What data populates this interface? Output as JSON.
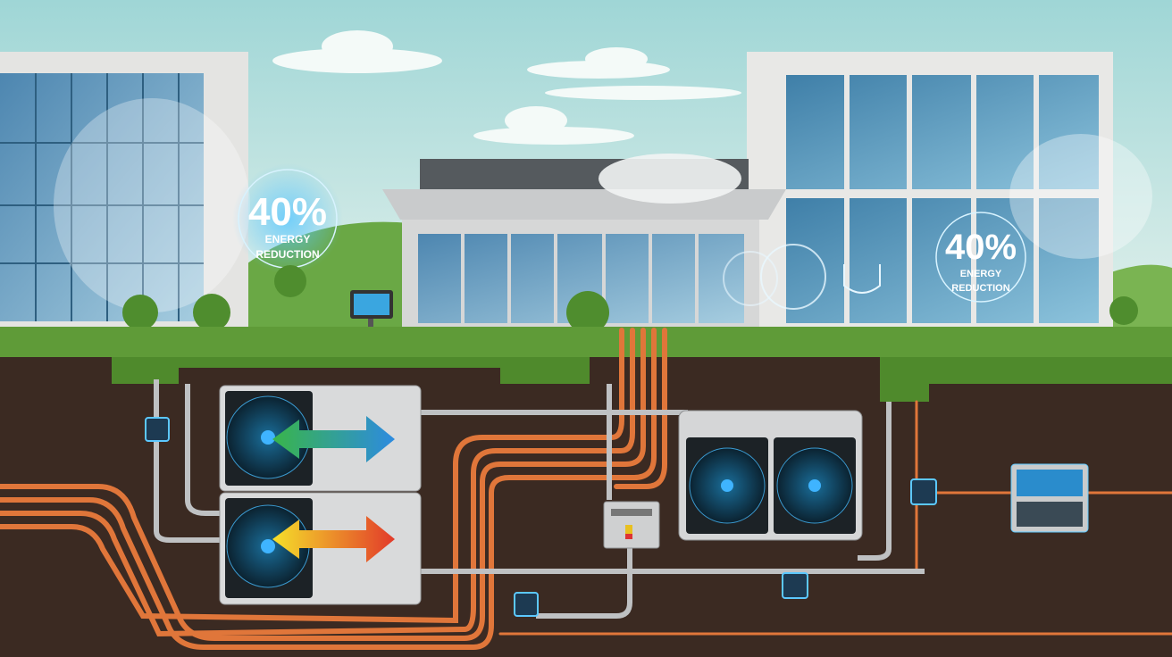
{
  "scene": {
    "badges": [
      {
        "value": "40%",
        "line1": "ENERGY",
        "line2": "REDUCTION"
      },
      {
        "value": "40%",
        "line1": "ENERGY",
        "line2": "REDUCTION"
      }
    ],
    "colors": {
      "sky": "#a9dad9",
      "grass": "#5e9a3a",
      "soil": "#3a2a22",
      "pipe": "#e0763a",
      "glow": "#38b6ff",
      "unit": "#d9dadb"
    }
  }
}
